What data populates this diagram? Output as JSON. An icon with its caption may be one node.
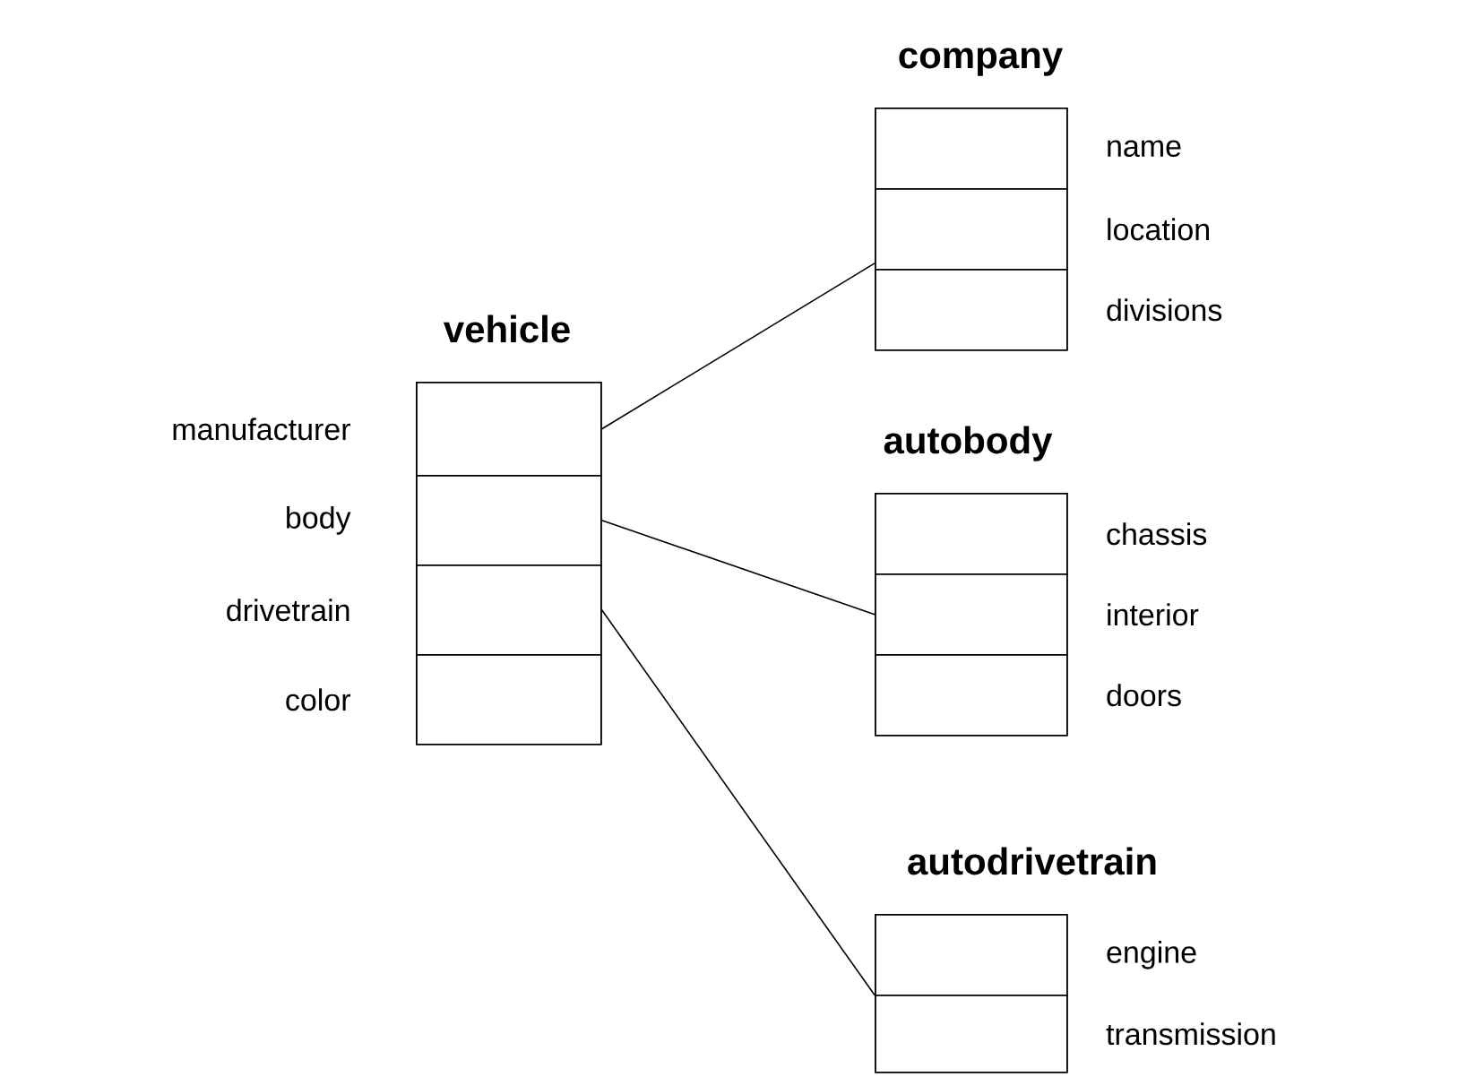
{
  "diagram": {
    "nodes": [
      {
        "text": [
          "vehicle"
        ]
      },
      {
        "text": [],
        "shape": "box",
        "in": 0,
        "beside": [
          "manufacturer"
        ]
      },
      {
        "text": [],
        "shape": "box",
        "in": 0,
        "beside": [
          "body"
        ]
      },
      {
        "text": [],
        "shape": "box",
        "in": 0,
        "beside": [
          "drivetrain"
        ]
      },
      {
        "text": [],
        "shape": "box",
        "in": 0,
        "beside": [
          "color"
        ]
      },
      {
        "text": [
          "company"
        ]
      },
      {
        "text": [],
        "shape": "box",
        "in": 5,
        "beside": [
          "name"
        ]
      },
      {
        "text": [],
        "shape": "box",
        "in": 5,
        "beside": [
          "location"
        ]
      },
      {
        "text": [],
        "shape": "box",
        "in": 5,
        "beside": [
          "divisions"
        ]
      },
      {
        "text": [
          "autobody"
        ]
      },
      {
        "text": [],
        "shape": "box",
        "in": 9,
        "beside": [
          "chassis"
        ]
      },
      {
        "text": [],
        "shape": "box",
        "in": 9,
        "beside": [
          "interior"
        ]
      },
      {
        "text": [],
        "shape": "box",
        "in": 9,
        "beside": [
          "doors"
        ]
      },
      {
        "text": [
          "autodrivetrain"
        ]
      },
      {
        "text": [],
        "shape": "box",
        "in": 13,
        "beside": [
          "engine"
        ]
      },
      {
        "text": [],
        "shape": "box",
        "in": 13,
        "beside": [
          "transmission"
        ]
      }
    ],
    "edges": [
      {
        "from": 1,
        "to": 5,
        "arrow": "none"
      },
      {
        "from": 2,
        "to": 9,
        "arrow": "none"
      },
      {
        "from": 3,
        "to": 13,
        "arrow": "none"
      }
    ]
  }
}
